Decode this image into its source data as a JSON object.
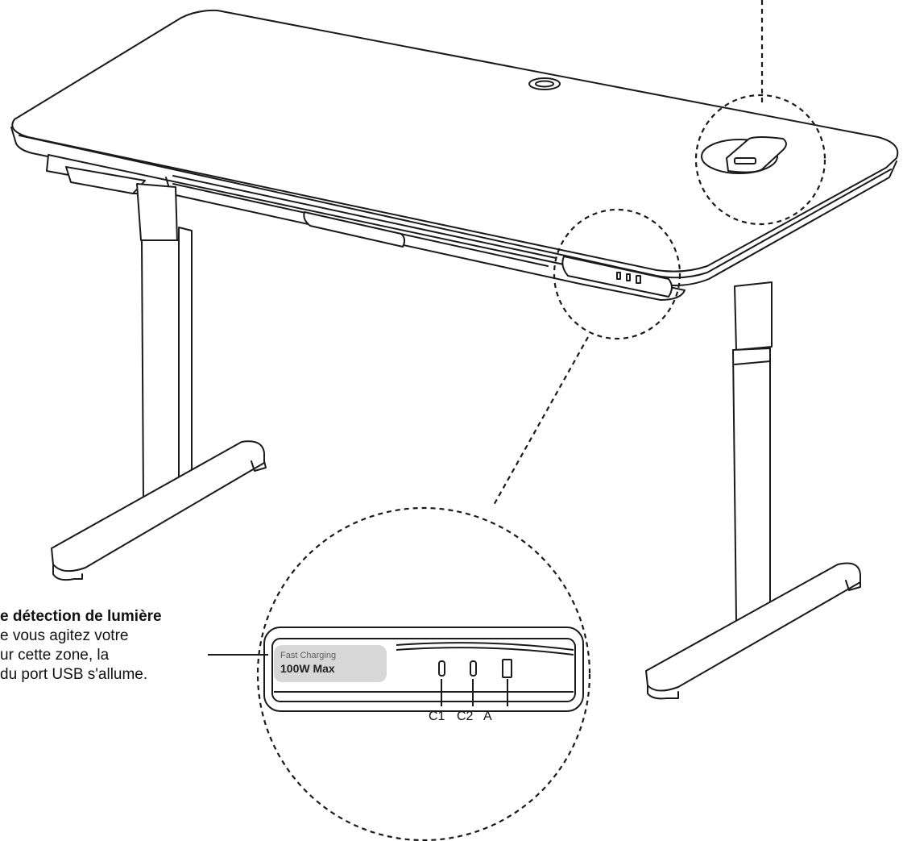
{
  "callout": {
    "heading": "e détection de lumière",
    "lines": [
      "e vous agitez votre",
      "ur cette zone, la",
      "du port USB s'allume."
    ]
  },
  "panel": {
    "fast_charging": "Fast Charging",
    "power": "100W Max"
  },
  "ports": {
    "c1": "C1",
    "c2": "C2",
    "a": "A"
  }
}
